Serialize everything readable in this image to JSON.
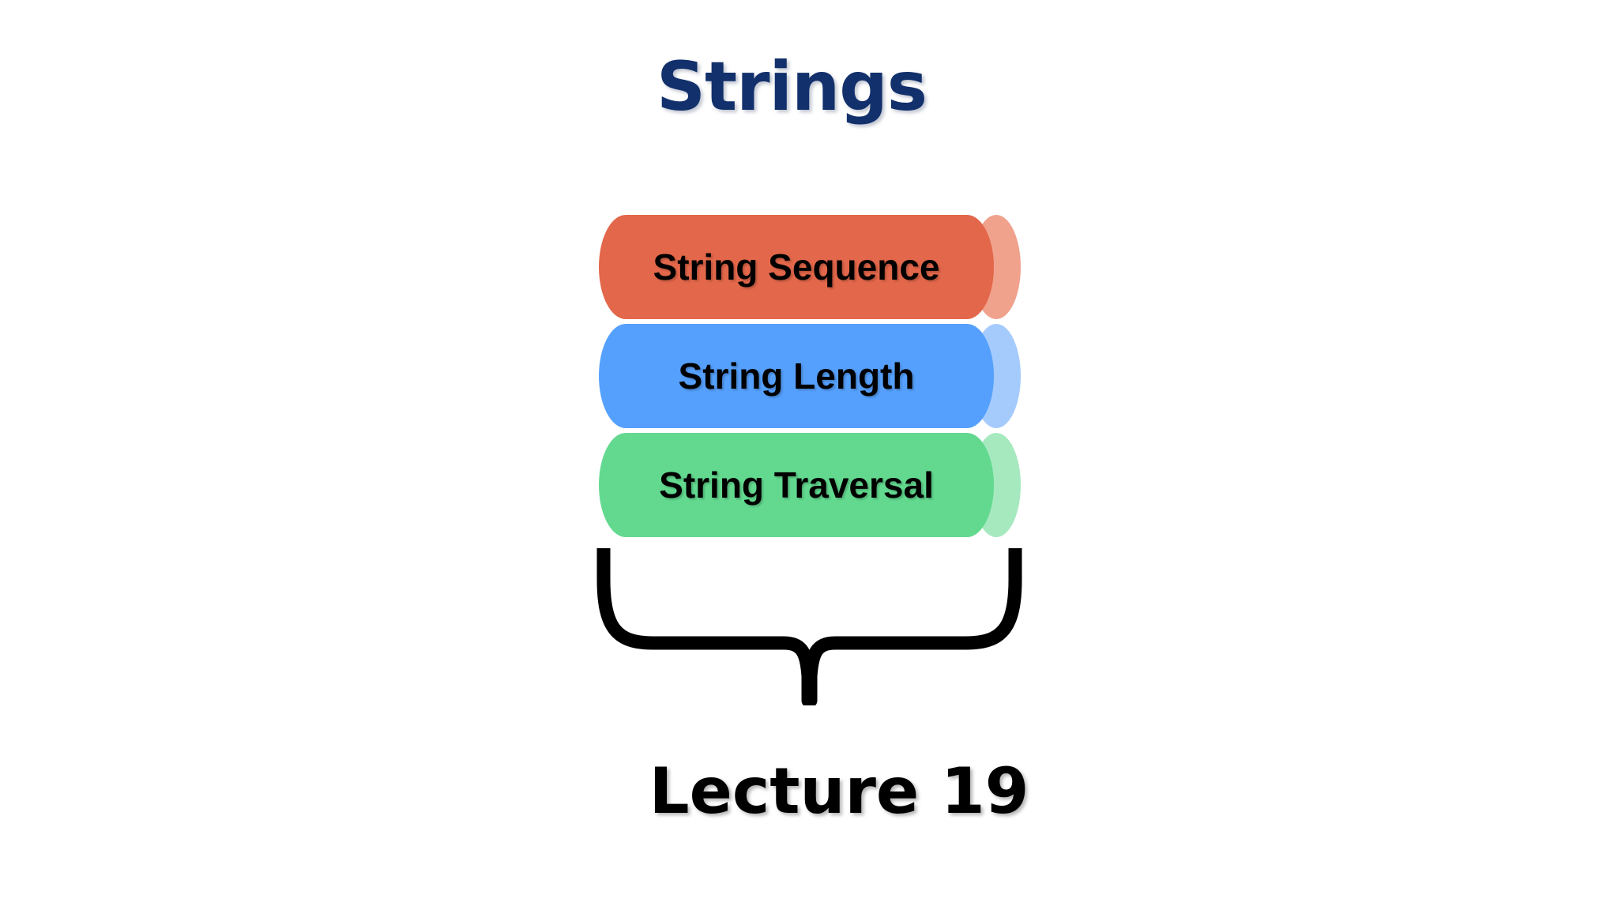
{
  "slide": {
    "background_color": "#FFFFFF",
    "title": "Strings",
    "title_color": "#12306B",
    "footer_label": "Lecture 19",
    "footer_color": "#000000"
  },
  "diagram": {
    "type": "stacked-cylinders-with-brace",
    "brace_direction": "down",
    "brace_color": "#000000",
    "items": [
      {
        "label": "String Sequence",
        "body_color": "#E3674A",
        "cap_color": "#F0A28D",
        "text_color": "#000000"
      },
      {
        "label": "String Length",
        "body_color": "#55A0FC",
        "cap_color": "#A4CBFC",
        "text_color": "#000000"
      },
      {
        "label": "String Traversal",
        "body_color": "#62D98F",
        "cap_color": "#A6E9BF",
        "text_color": "#000000"
      }
    ]
  }
}
